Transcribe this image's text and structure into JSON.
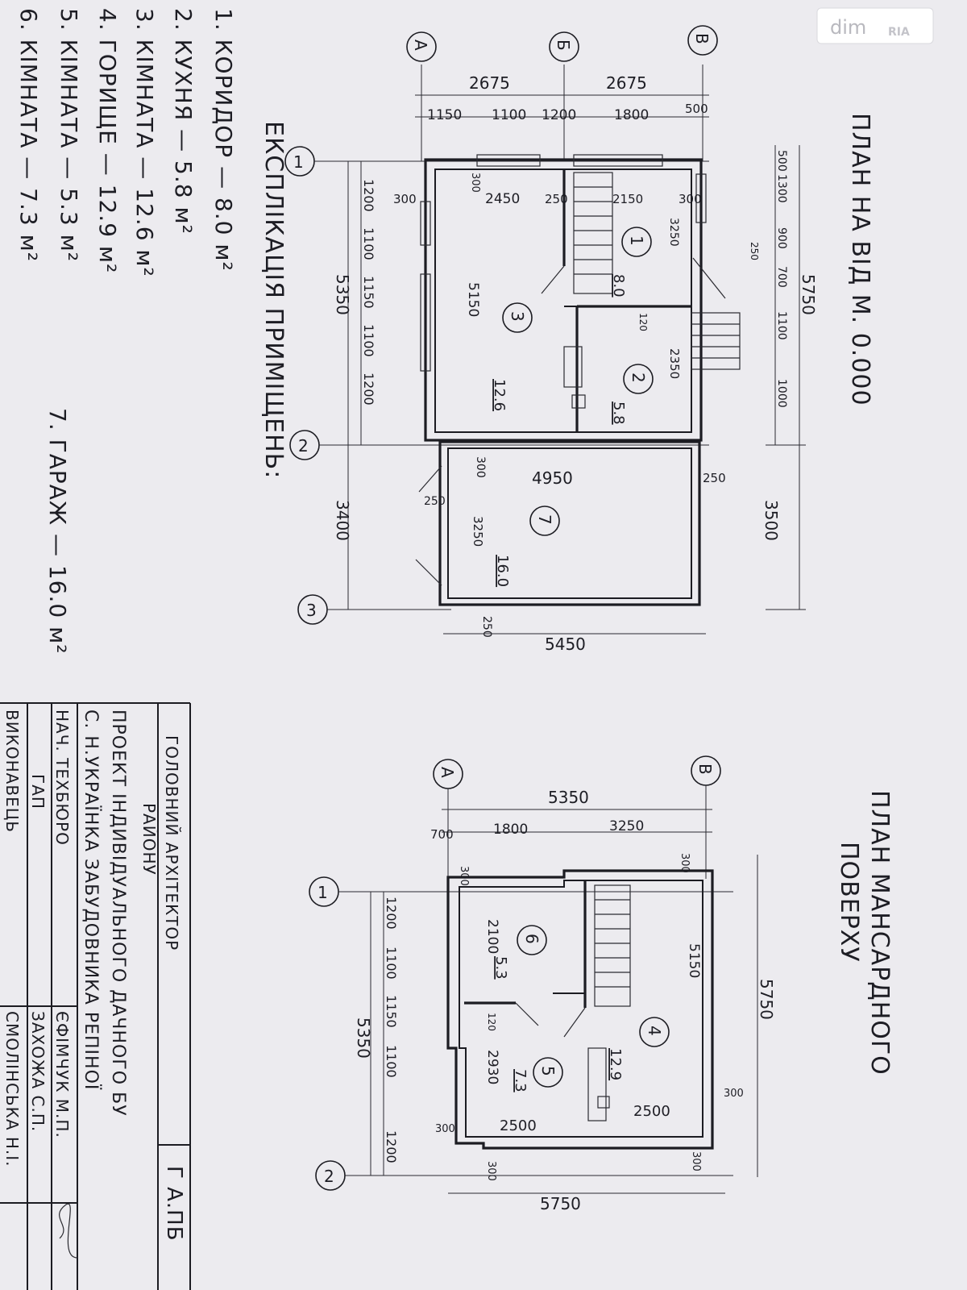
{
  "watermark": {
    "brand": "dim",
    "sub": "RIA"
  },
  "plan1": {
    "title": "ПЛАН НА ВІД М. 0.000",
    "axes_letters": [
      "А",
      "Б",
      "В"
    ],
    "axes_numbers": [
      "1",
      "2",
      "3"
    ],
    "dims_top": [
      "2675",
      "2675",
      "1150",
      "1100",
      "1200",
      "1800",
      "500"
    ],
    "dims_left": [
      "1200",
      "1100",
      "1150",
      "1100",
      "1200",
      "5350",
      "3400"
    ],
    "dims_right": [
      "500",
      "1300",
      "900",
      "700",
      "1100",
      "1000",
      "5750",
      "3500"
    ],
    "dims_inner": [
      "300",
      "2450",
      "250",
      "2150",
      "300",
      "300",
      "3250",
      "250",
      "5150",
      "120",
      "2350",
      "4950",
      "250",
      "300",
      "250",
      "3250",
      "250",
      "300",
      "5450"
    ],
    "rooms": [
      {
        "num": "1",
        "area": "8.0"
      },
      {
        "num": "2",
        "area": "5.8"
      },
      {
        "num": "3",
        "area": "12.6"
      },
      {
        "num": "7",
        "area": "16.0"
      }
    ]
  },
  "plan2": {
    "title_line1": "ПЛАН МАНСАРДНОГО",
    "title_line2": "ПОВЕРХУ",
    "axes_letters": [
      "А",
      "В"
    ],
    "axes_numbers": [
      "1",
      "2"
    ],
    "dims_top": [
      "5350",
      "700",
      "1800",
      "3250"
    ],
    "dims_left": [
      "1200",
      "1100",
      "1150",
      "1100",
      "1200",
      "5350",
      "300",
      "300"
    ],
    "dims_right": [
      "5750",
      "300",
      "300",
      "300"
    ],
    "dims_inner": [
      "2100",
      "120",
      "2930",
      "2500",
      "5150",
      "2500",
      "5750",
      "300"
    ],
    "rooms": [
      {
        "num": "4",
        "area": "12.9"
      },
      {
        "num": "5",
        "area": "7.3"
      },
      {
        "num": "6",
        "area": "5.3"
      }
    ]
  },
  "explication": {
    "heading": "ЕКСПЛІКАЦІЯ ПРИМІЩЕНЬ:",
    "items": [
      "1. КОРИДОР — 8.0 м²",
      "2. КУХНЯ — 5.8 м²",
      "3. КІМНАТА — 12.6 м²",
      "4. ГОРИЩЕ — 12.9 м²",
      "5. КІМНАТА — 5.3 м²",
      "6. КІМНАТА — 7.3 м²",
      "7. ГАРАЖ — 16.0 м²"
    ]
  },
  "stamp": {
    "header_line1": "ГОЛОВНИЙ АРХІТЕКТОР",
    "header_line2": "РАЙОНУ",
    "header_code": "Г А.ПБ",
    "project_line1": "ПРОЕКТ ІНДИВІДУАЛЬНОГО ДАЧНОГО БУ",
    "project_line2": "С. Н.УКРАЇНКА ЗАБУДОВНИКА РЕПІНОЇ",
    "rows": [
      {
        "role": "НАЧ. ТЕХБЮРО",
        "name": "ЄФІМЧУК М.П."
      },
      {
        "role": "ГАП",
        "name": "ЗАХОЖА С.П."
      },
      {
        "role": "ВИКОНАВЕЦЬ",
        "name": "СМОЛІНСЬКА Н.І."
      }
    ]
  }
}
